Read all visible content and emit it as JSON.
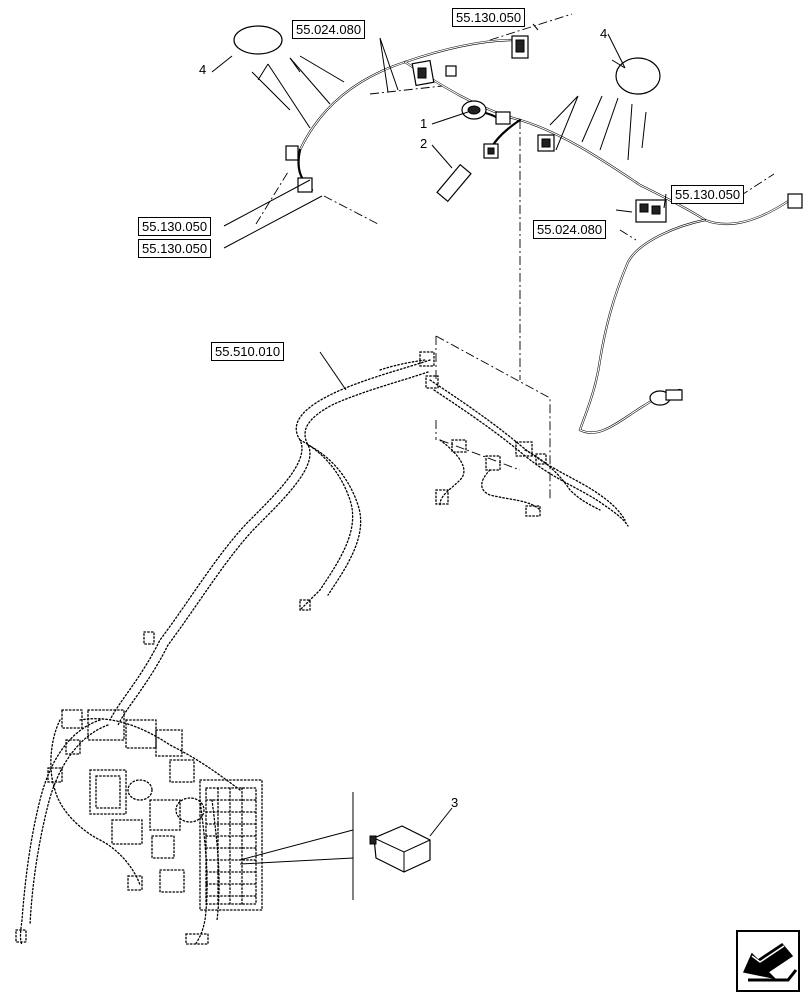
{
  "references": {
    "r1": "55.024.080",
    "r2": "55.130.050",
    "r3": "55.130.050",
    "r4": "55.024.080",
    "r5": "55.130.050",
    "r6": "55.130.050",
    "r7": "55.510.010"
  },
  "callouts": {
    "c1": "1",
    "c2": "2",
    "c3": "3",
    "c4a": "4",
    "c4b": "4"
  },
  "icons": {
    "navigation": "page-arrow-icon"
  }
}
